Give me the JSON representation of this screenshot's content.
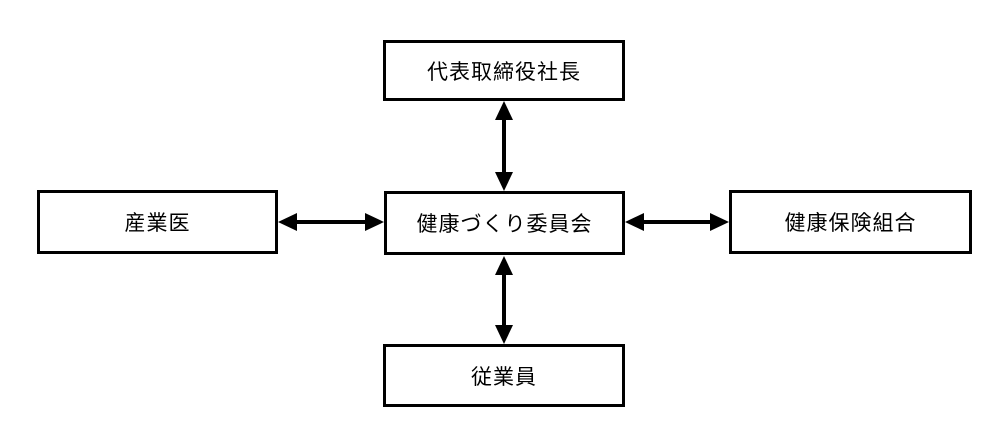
{
  "diagram": {
    "background_color": "#ffffff",
    "box_border_color": "#000000",
    "box_fill_color": "#ffffff",
    "arrow_color": "#000000",
    "text_color": "#000000",
    "nodes": [
      {
        "id": "president",
        "label": "代表取締役社長",
        "position": "top"
      },
      {
        "id": "physician",
        "label": "産業医",
        "position": "left"
      },
      {
        "id": "committee",
        "label": "健康づくり委員会",
        "position": "center"
      },
      {
        "id": "insurance",
        "label": "健康保険組合",
        "position": "right"
      },
      {
        "id": "employees",
        "label": "従業員",
        "position": "bottom"
      }
    ],
    "connections": [
      {
        "from": "committee",
        "to": "president",
        "style": "double-headed-arrow"
      },
      {
        "from": "committee",
        "to": "physician",
        "style": "double-headed-arrow"
      },
      {
        "from": "committee",
        "to": "insurance",
        "style": "double-headed-arrow"
      },
      {
        "from": "committee",
        "to": "employees",
        "style": "double-headed-arrow"
      }
    ]
  }
}
